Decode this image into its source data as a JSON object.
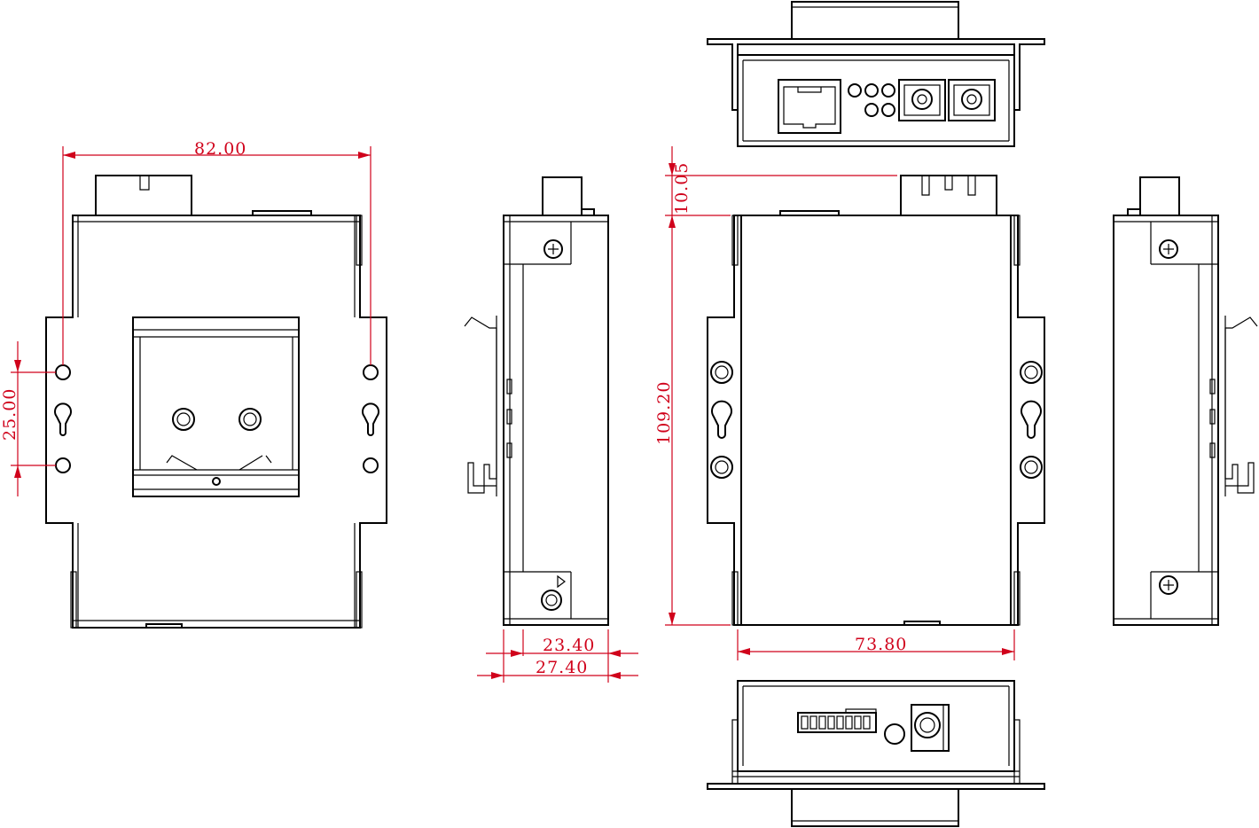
{
  "dimensions": {
    "width_82": "82.00",
    "pitch_25": "25.00",
    "depth_23": "23.40",
    "depth_27": "27.40",
    "connector_10": "10.05",
    "height_109": "109.20",
    "width_73": "73.80"
  },
  "colors": {
    "outline": "#000000",
    "dimension": "#d0021b",
    "background": "#ffffff"
  }
}
